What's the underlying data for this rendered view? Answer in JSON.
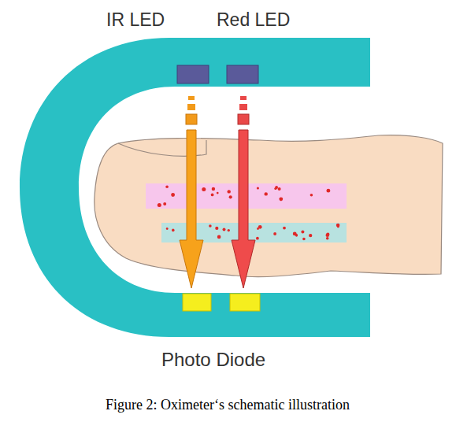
{
  "diagram": {
    "caption": "Figure 2: Oximeter‘s schematic illustration",
    "labels": [
      "IR LED",
      "Red LED",
      "Photo Diode"
    ]
  }
}
